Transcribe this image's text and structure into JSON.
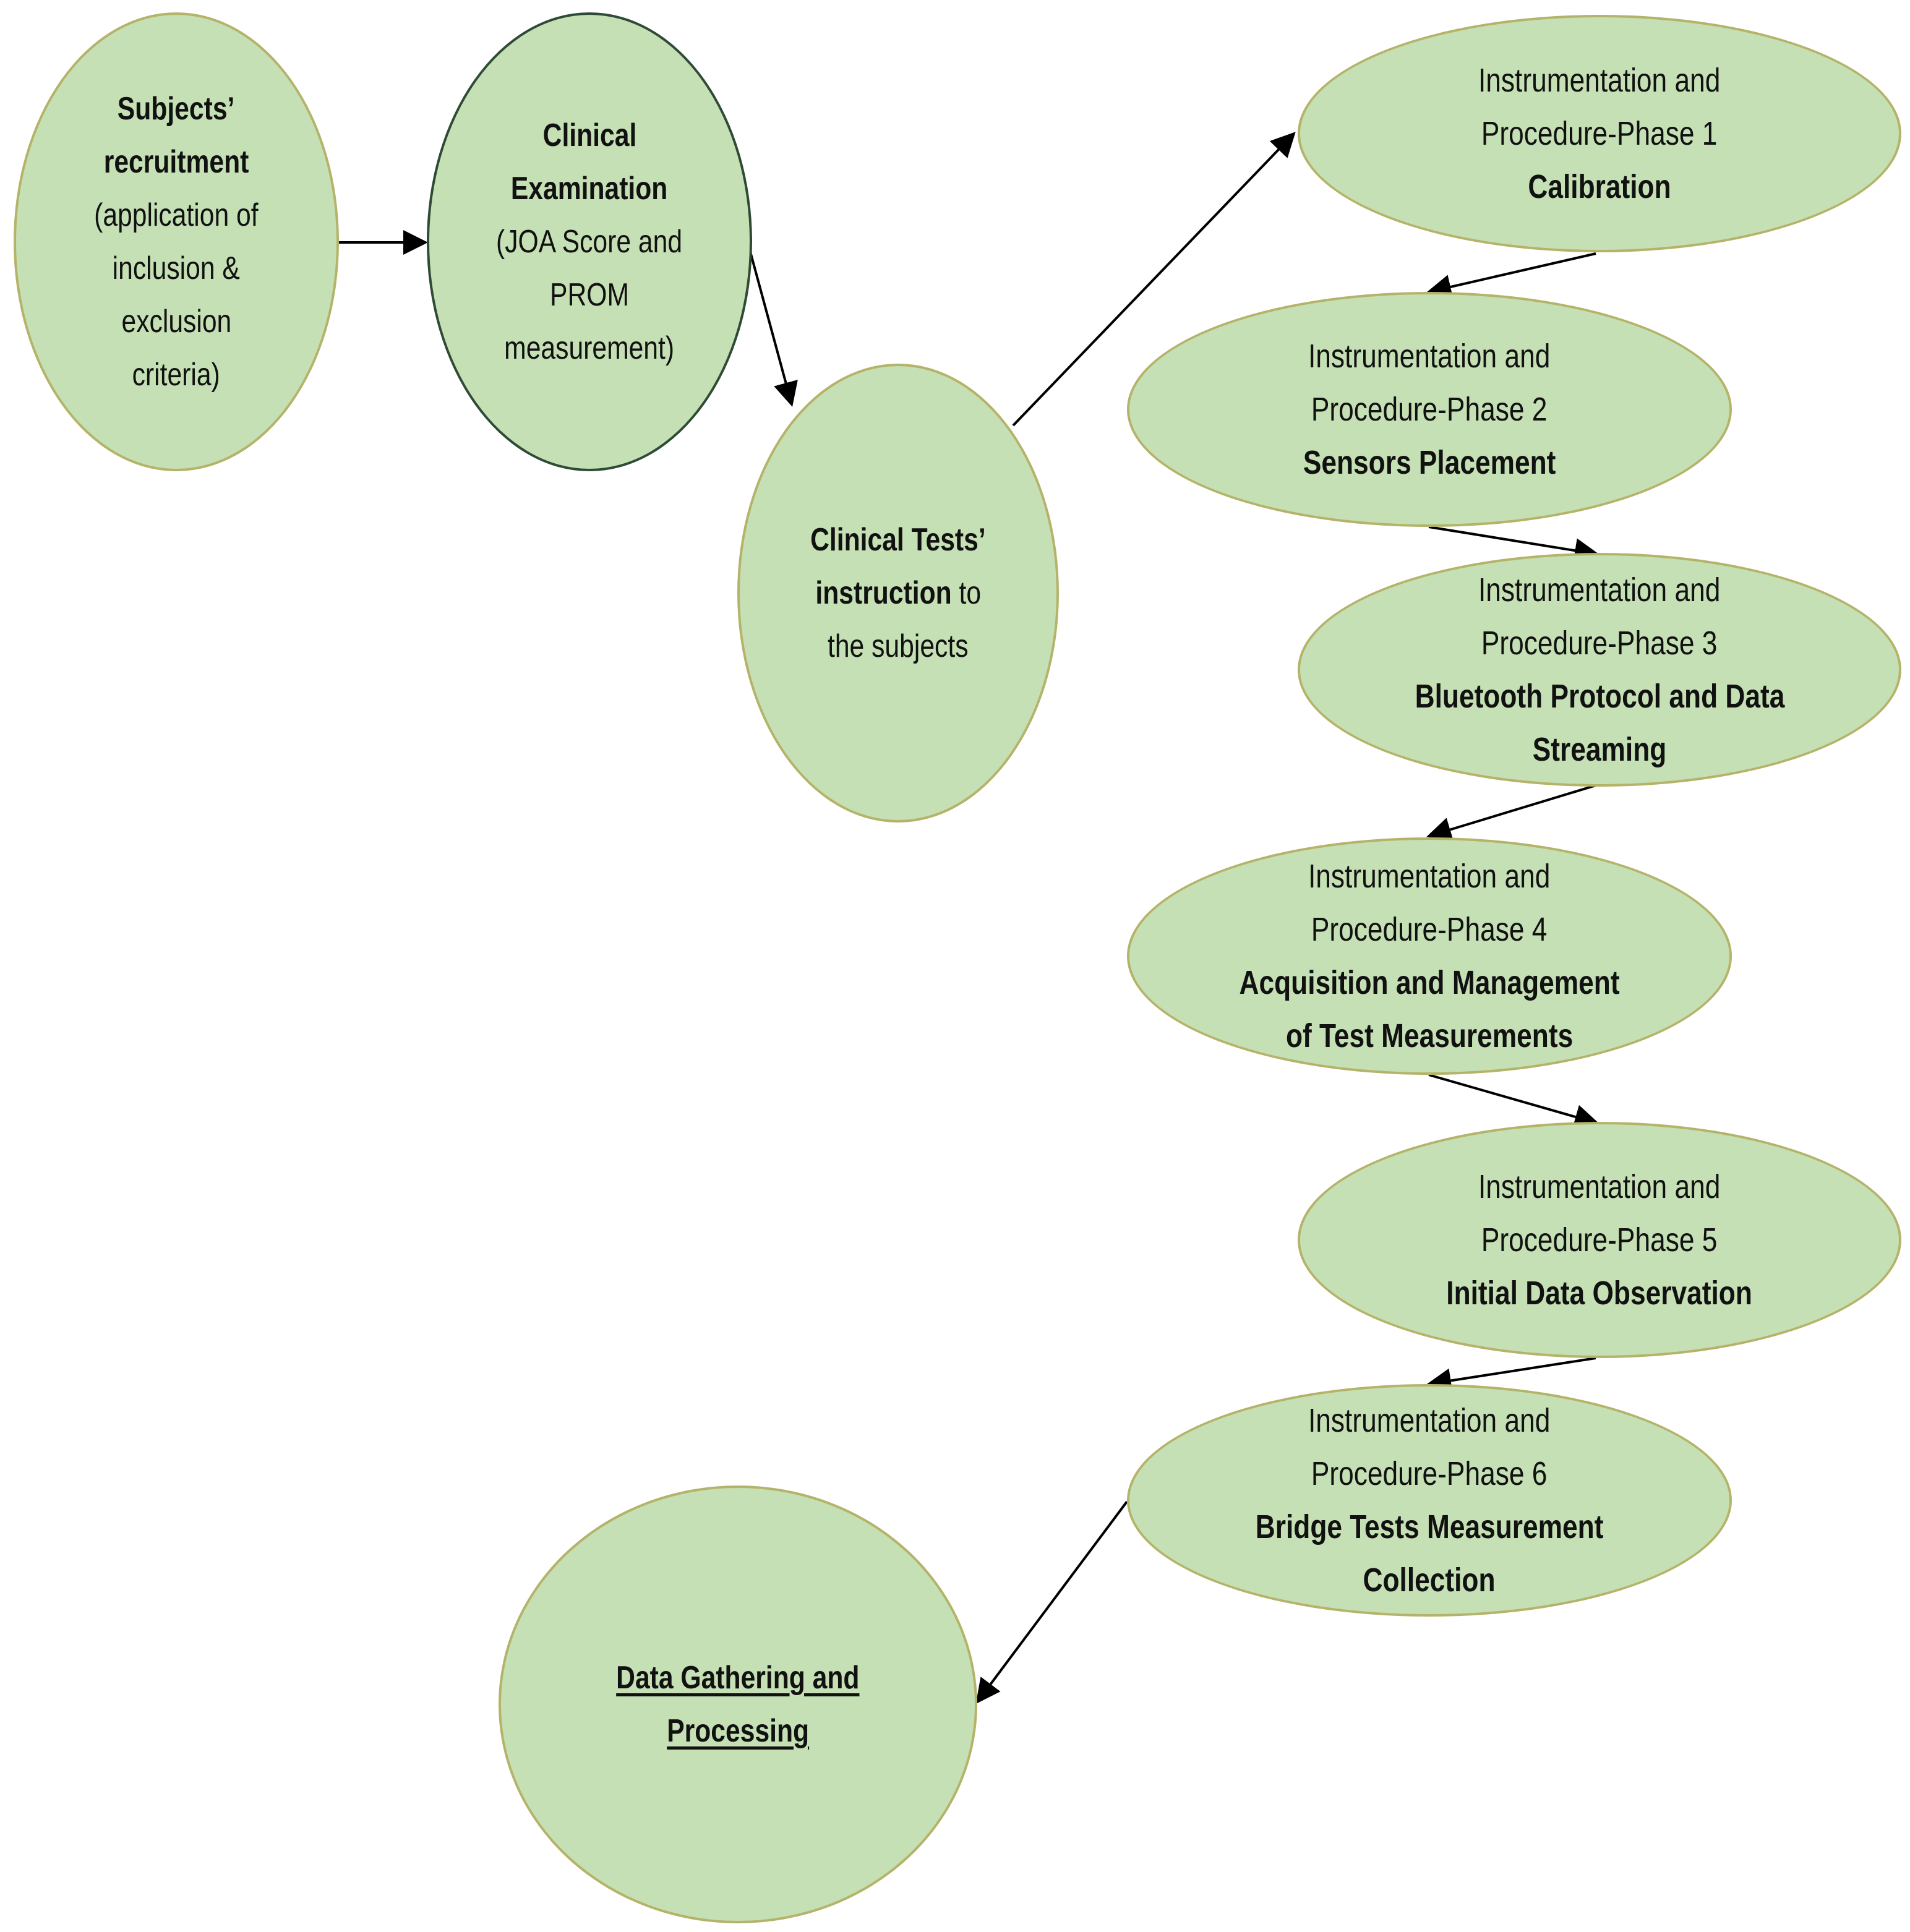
{
  "nodes": {
    "recruitment": {
      "title_line1": "Subjects’",
      "title_line2": "recruitment",
      "line3": "(application of",
      "line4": "inclusion &",
      "line5": "exclusion",
      "line6": "criteria)"
    },
    "clinical_exam": {
      "title_line1": "Clinical",
      "title_line2": "Examination",
      "line3": "(JOA Score and",
      "line4": "PROM",
      "line5": "measurement)"
    },
    "tests_instruction": {
      "title_line1": "Clinical Tests’",
      "title_line2_bold": "instruction",
      "title_line2_rest": " to",
      "line3": "the subjects"
    },
    "phase1": {
      "line1": "Instrumentation and",
      "line2": "Procedure-Phase 1",
      "title": "Calibration"
    },
    "phase2": {
      "line1": "Instrumentation and",
      "line2": "Procedure-Phase 2",
      "title": "Sensors Placement"
    },
    "phase3": {
      "line1": "Instrumentation and",
      "line2": "Procedure-Phase 3",
      "title_line1": "Bluetooth Protocol and Data",
      "title_line2": "Streaming"
    },
    "phase4": {
      "line1": "Instrumentation and",
      "line2": "Procedure-Phase 4",
      "title_line1": "Acquisition and Management",
      "title_line2": "of Test Measurements"
    },
    "phase5": {
      "line1": "Instrumentation and",
      "line2": "Procedure-Phase 5",
      "title": "Initial Data Observation"
    },
    "phase6": {
      "line1": "Instrumentation and",
      "line2": "Procedure-Phase 6",
      "title_line1": "Bridge Tests Measurement",
      "title_line2": "Collection"
    },
    "data_gathering": {
      "title_line1": "Data Gathering and",
      "title_line2": "Processing"
    }
  },
  "colors": {
    "node_fill": "#c5e0b4",
    "node_border": "#b5b36a",
    "node_border_dark": "#2f4a35",
    "arrow": "#000000"
  }
}
